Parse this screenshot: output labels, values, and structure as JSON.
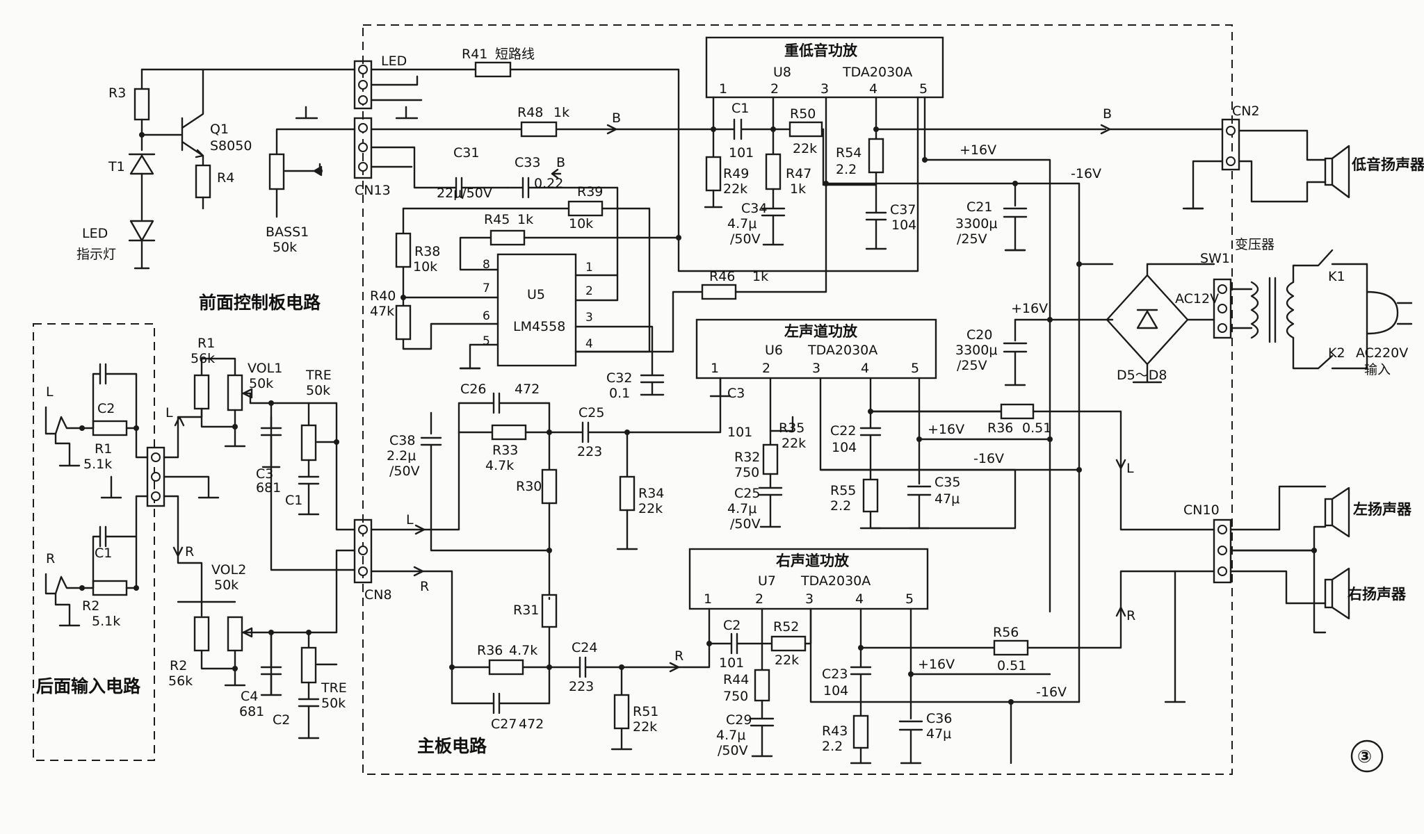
{
  "sections": {
    "main_board": "主板电路",
    "front_panel": "前面控制板电路",
    "rear_input": "后面输入电路",
    "figure_number": "③"
  },
  "amplifiers": {
    "bass": {
      "title": "重低音功放",
      "ref": "U8",
      "part": "TDA2030A"
    },
    "left": {
      "title": "左声道功放",
      "ref": "U6",
      "part": "TDA2030A"
    },
    "right": {
      "title": "右声道功放",
      "ref": "U7",
      "part": "TDA2030A"
    },
    "opamp": {
      "ref": "U5",
      "part": "LM4558"
    },
    "pins": [
      "1",
      "2",
      "3",
      "4",
      "5"
    ],
    "opamp_pins_left": [
      "8",
      "7",
      "6",
      "5"
    ],
    "opamp_pins_right": [
      "1",
      "2",
      "3",
      "4"
    ]
  },
  "connectors": {
    "led": "LED",
    "cn13": "CN13",
    "cn8": "CN8",
    "cn2": "CN2",
    "cn10": "CN10",
    "sw1": "SW1"
  },
  "components": {
    "r41": "R41",
    "r41_note": "短路线",
    "r48": "R48",
    "r48_v": "1k",
    "c1": "C1",
    "c1_v": "101",
    "r50": "R50",
    "r50_v": "22k",
    "r49": "R49",
    "r49_v": "22k",
    "r47": "R47",
    "r47_v": "1k",
    "c34": "C34",
    "c34_v1": "4.7μ",
    "c34_v2": "/50V",
    "r54": "R54",
    "r54_v": "2.2",
    "c37": "C37",
    "c37_v": "104",
    "c31": "C31",
    "c31_v": "22μ/50V",
    "c33": "C33",
    "c33_v": "0.22",
    "r39": "R39",
    "r39_v": "10k",
    "r45": "R45",
    "r45_v": "1k",
    "r38": "R38",
    "r38_v": "10k",
    "r40": "R40",
    "r40_v": "47k",
    "r46": "R46",
    "r46_v": "1k",
    "c32": "C32",
    "c32_v": "0.1",
    "c26": "C26",
    "c26_v": "472",
    "r33": "R33",
    "r33_v": "4.7k",
    "c25a": "C25",
    "c25a_v": "223",
    "c38": "C38",
    "c38_v1": "2.2μ",
    "c38_v2": "/50V",
    "r30": "R30",
    "r34": "R34",
    "r34_v": "22k",
    "c3u6": "C3",
    "c3u6_v": "101",
    "r35": "R35",
    "r35_v": "22k",
    "r32": "R32",
    "r32_v": "750",
    "c25b": "C25",
    "c25b_v1": "4.7μ",
    "c25b_v2": "/50V",
    "c22": "C22",
    "c22_v": "104",
    "r55": "R55",
    "r55_v": "2.2",
    "c35": "C35",
    "c35_v": "47μ",
    "r36a": "R36",
    "r36a_v": "0.51",
    "r31": "R31",
    "r36b": "R36",
    "r36b_v": "4.7k",
    "c24": "C24",
    "c24_v": "223",
    "c27": "C27",
    "c27_v": "472",
    "r51": "R51",
    "r51_v": "22k",
    "c2u7": "C2",
    "c2u7_v": "101",
    "r52": "R52",
    "r52_v": "22k",
    "r44": "R44",
    "r44_v": "750",
    "c29": "C29",
    "c29_v1": "4.7μ",
    "c29_v2": "/50V",
    "c23": "C23",
    "c23_v": "104",
    "r43": "R43",
    "r43_v": "2.2",
    "c36": "C36",
    "c36_v": "47μ",
    "r56": "R56",
    "r56_v": "0.51",
    "c21": "C21",
    "c21_v1": "3300μ",
    "c21_v2": "/25V",
    "c20": "C20",
    "c20_v1": "3300μ",
    "c20_v2": "/25V",
    "bridge": "D5～D8",
    "r3": "R3",
    "r4": "R4",
    "t1": "T1",
    "q1": "Q1",
    "q1_v": "S8050",
    "led_ind": "LED",
    "led_ind2": "指示灯",
    "bass1": "BASS1",
    "bass1_v": "50k",
    "fr1": "R1",
    "fr1_v": "56k",
    "vol1": "VOL1",
    "vol1_v": "50k",
    "tre1": "TRE",
    "tre1_v": "50k",
    "fc3": "C3",
    "fc3_v": "681",
    "fc1": "C1",
    "fr2": "R2",
    "fr2_v": "56k",
    "vol2": "VOL2",
    "vol2_v": "50k",
    "tre2": "TRE",
    "tre2_v": "50k",
    "fc4": "C4",
    "fc4_v": "681",
    "fc2": "C2",
    "rc2": "C2",
    "rr1": "R1",
    "rr1_v": "5.1k",
    "rc1": "C1",
    "rr2": "R2",
    "rr2_v": "5.1k"
  },
  "nets": {
    "plus16": "+16V",
    "minus16": "-16V",
    "b": "B",
    "l": "L",
    "r": "R",
    "ac12": "AC12V"
  },
  "outputs": {
    "woofer": "低音扬声器",
    "left_speaker": "左扬声器",
    "right_speaker": "右扬声器",
    "transformer": "变压器",
    "k1": "K1",
    "k2": "K2",
    "mains": "AC220V",
    "mains2": "输入"
  }
}
